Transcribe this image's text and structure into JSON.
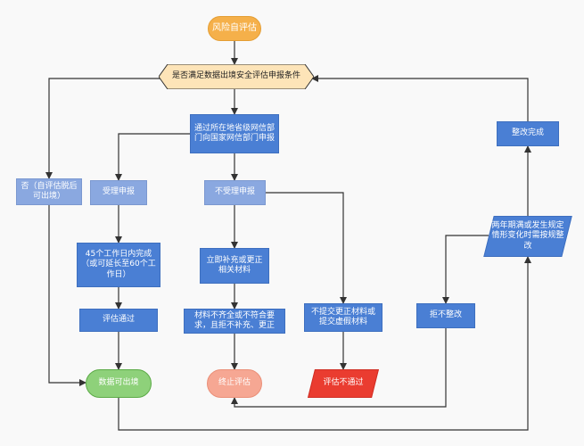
{
  "nodes": {
    "start": "风险自评估",
    "condition": "是否满足数据出境安全评估申报条件",
    "submit": "通过所在地省级网信部门向国家网信部门申报",
    "no_self": "否（自评估脱后可出境）",
    "accepted": "受理申报",
    "not_accepted": "不受理申报",
    "complete_45": "45个工作日内完成（或可延长至60个工作日）",
    "supplement": "立即补充或更正相关材料",
    "pass_eval": "评估通过",
    "incomplete_materials": "材料不齐全或不符合要求，且拒不补充、更正",
    "false_materials": "不提交更正材料或提交虚假材料",
    "refuse_fix": "拒不整改",
    "rectify_done": "整改完成",
    "two_years": "两年期满或发生规定情形变化时需按规整改",
    "data_export": "数据可出境",
    "stop_eval": "终止评估",
    "eval_fail": "评估不通过"
  },
  "colors": {
    "primary_blue": "#4a7fd4",
    "light_blue": "#8aa8e0",
    "start_orange": "#f5b04a",
    "condition_fill": "#fde4b8",
    "success_green": "#8ed17a",
    "stop_salmon": "#f6a793",
    "fail_red": "#ea3c30",
    "edge": "#333333"
  }
}
